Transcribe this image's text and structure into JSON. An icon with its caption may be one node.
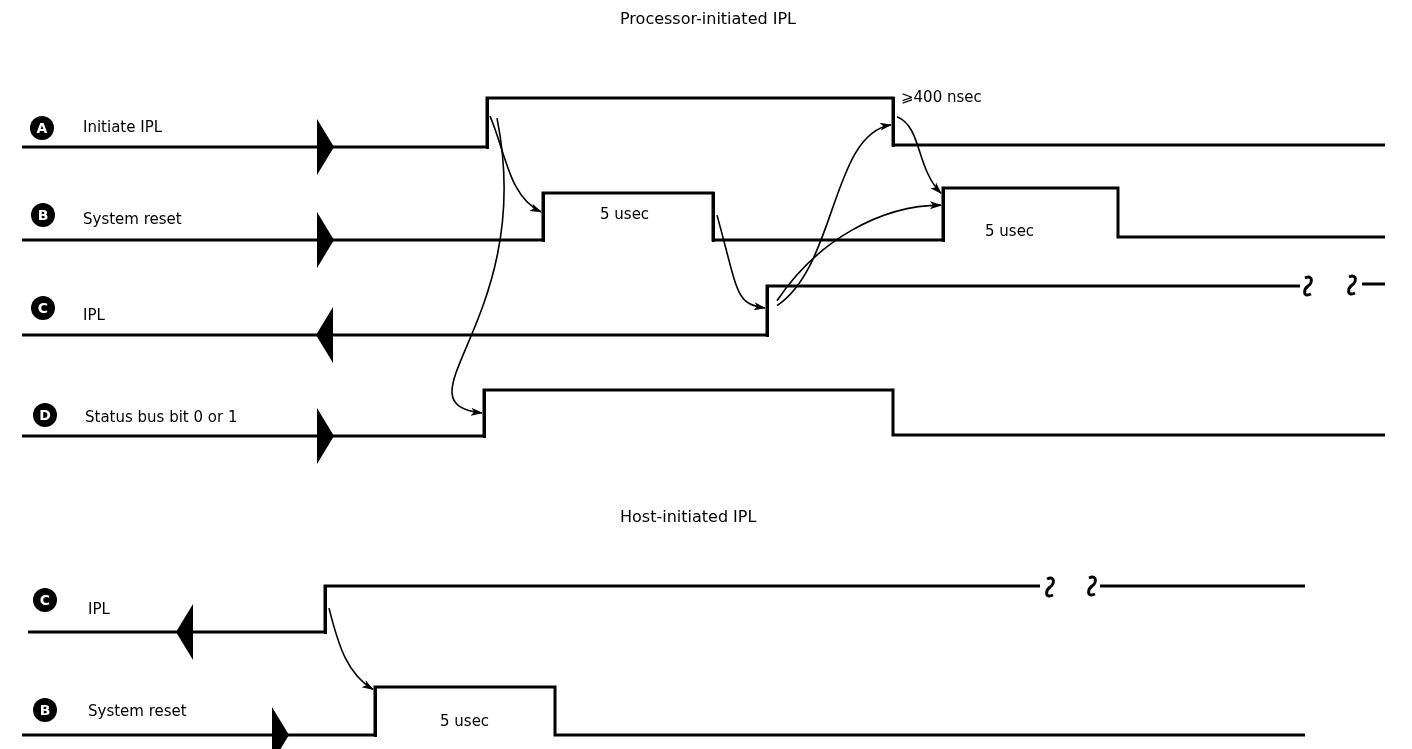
{
  "diagram": {
    "nodes": [
      {
        "text": [],
        "shape": "step"
      },
      {
        "text": [],
        "shape": "step"
      },
      {
        "text": [],
        "shape": "step"
      },
      {
        "text": [],
        "shape": "step"
      },
      {
        "text": [],
        "shape": "step"
      },
      {
        "text": [],
        "shape": "step"
      },
      {
        "text": [],
        "shape": "step"
      },
      {
        "text": [],
        "shape": "step"
      },
      {
        "text": [],
        "shape": "step"
      }
    ],
    "edges": [
      {
        "from": 0,
        "to": 1,
        "arrow": "to"
      },
      {
        "from": 0,
        "to": 2,
        "arrow": "to"
      },
      {
        "from": 3,
        "to": 4,
        "arrow": "to"
      },
      {
        "from": 4,
        "to": 5,
        "arrow": "to"
      },
      {
        "from": 4,
        "to": 6,
        "arrow": "to"
      },
      {
        "from": 5,
        "to": 6,
        "arrow": "to"
      },
      {
        "from": 7,
        "to": 8,
        "arrow": "to"
      }
    ],
    "labels": [
      "Processor-initiated IPL",
      "A",
      "Initiate IPL",
      "⩾400 nsec",
      "B",
      "System reset",
      "5 usec",
      "5 usec",
      "C",
      "IPL",
      "D",
      "Status bus bit 0 or 1",
      "Host-initiated IPL",
      "C",
      "IPL",
      "B",
      "System reset",
      "5 usec"
    ]
  }
}
